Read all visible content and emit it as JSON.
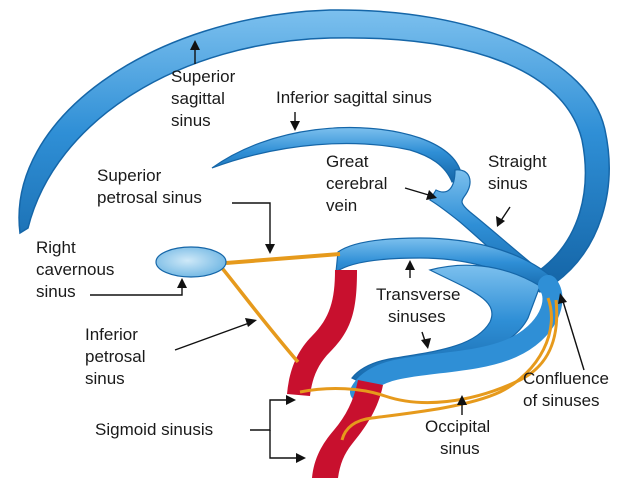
{
  "colors": {
    "sinus_blue": "#2f8fd6",
    "sinus_blue_dark": "#1566a8",
    "sinus_blue_light": "#9fd0f2",
    "sigmoid_red": "#c8102e",
    "petrosal_orange": "#e69a1c",
    "cavernous_fill": "#8cc8ea"
  },
  "labels": {
    "superior_sagittal": [
      "Superior",
      "sagittal",
      "sinus"
    ],
    "inferior_sagittal": [
      "Inferior sagittal sinus"
    ],
    "great_cerebral_vein": [
      "Great",
      "cerebral",
      "vein"
    ],
    "straight_sinus": [
      "Straight",
      "sinus"
    ],
    "superior_petrosal": [
      "Superior",
      "petrosal sinus"
    ],
    "right_cavernous": [
      "Right",
      "cavernous",
      "sinus"
    ],
    "transverse": [
      "Transverse",
      "sinuses"
    ],
    "inferior_petrosal": [
      "Inferior",
      "petrosal",
      "sinus"
    ],
    "confluence": [
      "Confluence",
      "of sinuses"
    ],
    "sigmoid": [
      "Sigmoid sinusis"
    ],
    "occipital": [
      "Occipital",
      "sinus"
    ]
  }
}
